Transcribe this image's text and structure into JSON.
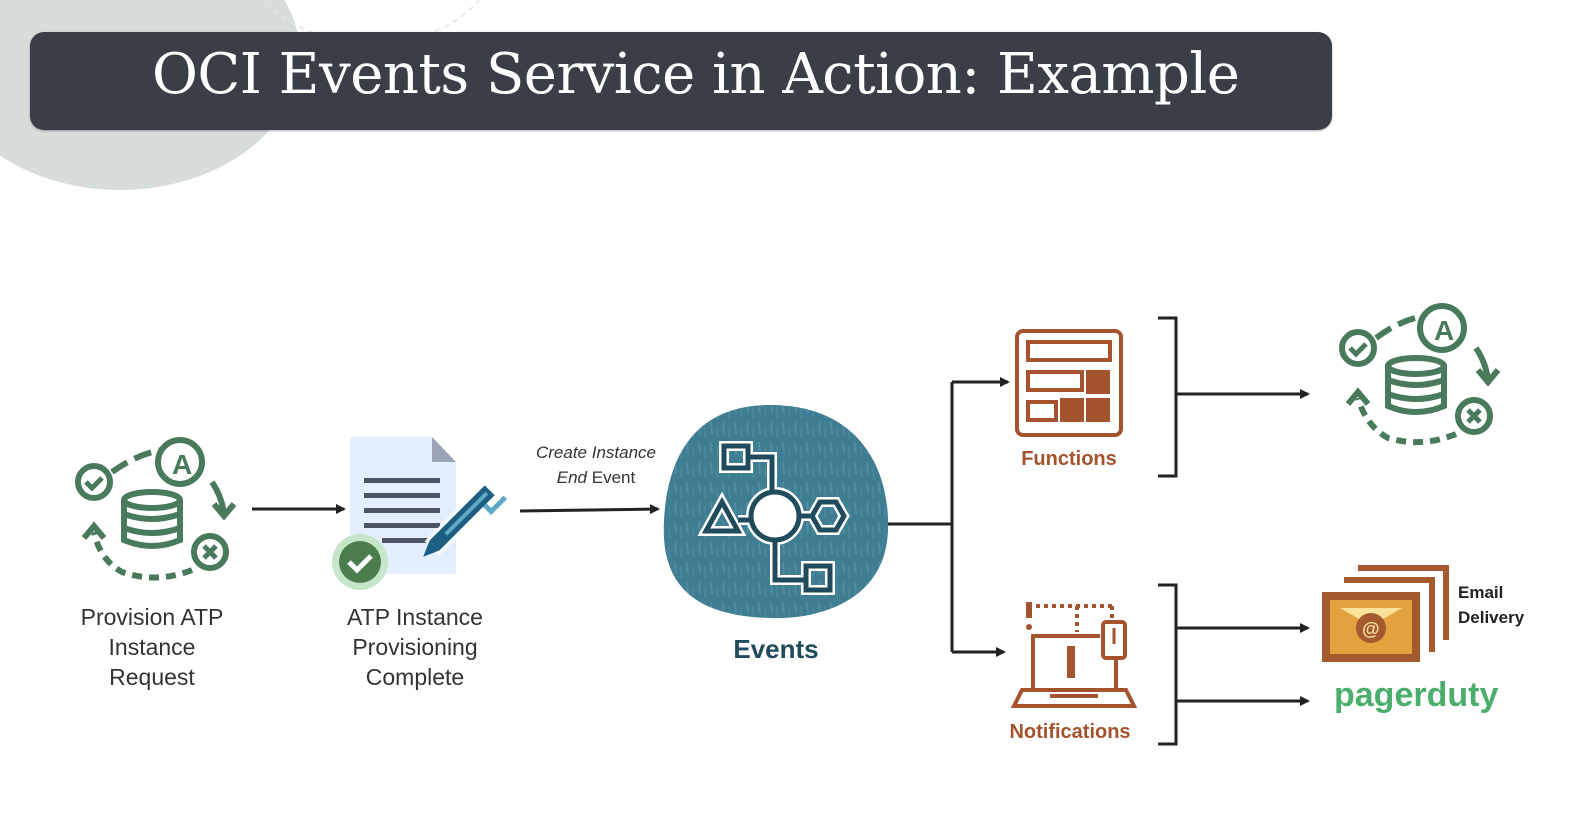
{
  "slide": {
    "title": "OCI Events Service in Action: Example"
  },
  "steps": [
    {
      "id": "provision-request",
      "label_lines": [
        "Provision ATP",
        "Instance",
        "Request"
      ],
      "icon": "autonomous-database-icon"
    },
    {
      "id": "provisioning-complete",
      "label_lines": [
        "ATP Instance",
        "Provisioning",
        "Complete"
      ],
      "icon": "document-signed-check-icon"
    }
  ],
  "event_label": {
    "line1": "Create Instance",
    "line2_italic": "End",
    "line2_normal": " Event"
  },
  "events_service": {
    "label": "Events",
    "icon": "events-service-icon"
  },
  "targets": [
    {
      "id": "functions",
      "label": "Functions",
      "icon": "functions-icon"
    },
    {
      "id": "notifications",
      "label": "Notifications",
      "icon": "notifications-icon"
    }
  ],
  "outcomes": {
    "functions_result_icon": "autonomous-database-icon",
    "email": {
      "line1": "Email",
      "line2": "Delivery",
      "icon": "email-stack-icon"
    },
    "pagerduty": {
      "label": "pagerduty"
    }
  },
  "colors": {
    "green": "#4a7a5c",
    "teal": "#3f7d93",
    "teal_dark": "#1f4b5c",
    "brown": "#a4532d",
    "email_orange": "#e3a23e",
    "pagerduty_green": "#4cae6c",
    "title_bg": "#3a3f47"
  }
}
